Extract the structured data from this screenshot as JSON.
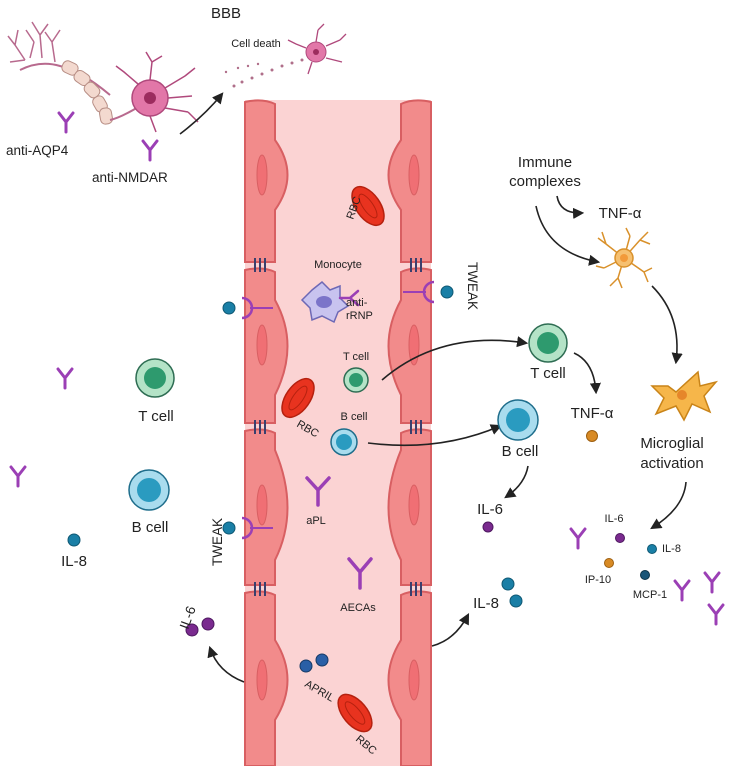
{
  "title": "BBB",
  "colors": {
    "vessel_lumen": "#fbd3d3",
    "endothelium": "#f28b8b",
    "endothelium_stroke": "#d85f62",
    "rbc": "#e8331f",
    "antibody": "#9b3fb5",
    "t_cell": "#2e9a6e",
    "b_cell": "#2a9bc0",
    "il6": "#7a2a8f",
    "il8": "#1a7fa6",
    "tnf": "#d88a24",
    "microglia": "#f6b64a",
    "junction": "#3b3f6d",
    "neuron": "#e277a8"
  },
  "labels": {
    "bbb": "BBB",
    "cell_death": "Cell death",
    "anti_aqp4": "anti-AQP4",
    "anti_nmdar": "anti-NMDAR",
    "immune_complexes_1": "Immune",
    "immune_complexes_2": "complexes",
    "tnf_top": "TNF-α",
    "tweak_right": "TWEAK",
    "tweak_left": "TWEAK",
    "monocyte": "Monocyte",
    "anti_rrnp_1": "anti-",
    "anti_rrnp_2": "rRNP",
    "rbc_top": "RBC",
    "rbc_mid": "RBC",
    "rbc_bottom": "RBC",
    "t_cell_vessel": "T cell",
    "b_cell_vessel": "B cell",
    "t_cell_left": "T cell",
    "b_cell_left": "B cell",
    "t_cell_right": "T cell",
    "b_cell_right": "B cell",
    "tnf_mid": "TNF-α",
    "microglial_1": "Microglial",
    "microglial_2": "activation",
    "il8_left": "IL-8",
    "il6_left": "IL-6",
    "il6_right": "IL-6",
    "il8_right": "IL-8",
    "apl": "aPL",
    "aecas": "AECAs",
    "april": "APRIL",
    "il6_small": "IL-6",
    "il8_small": "IL-8",
    "ip10": "IP-10",
    "mcp1": "MCP-1"
  }
}
